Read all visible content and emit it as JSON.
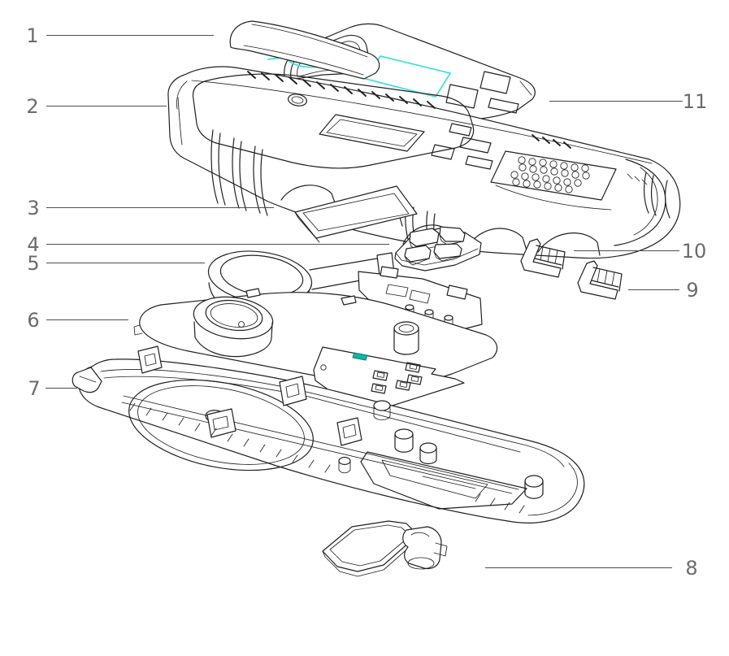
{
  "figure": {
    "kind": "exploded-view line drawing of a handheld electronic device",
    "background": "#ffffff",
    "line_color": "#202020",
    "label_color": "#6b6b6b",
    "leader_color": "#4d4d4d",
    "accent_cyan": "#3fe0db",
    "accent_teal": "#17b2a2"
  },
  "callouts": [
    {
      "label": "1"
    },
    {
      "label": "2"
    },
    {
      "label": "3"
    },
    {
      "label": "4"
    },
    {
      "label": "5"
    },
    {
      "label": "6"
    },
    {
      "label": "7"
    },
    {
      "label": "8"
    },
    {
      "label": "9"
    },
    {
      "label": "10"
    },
    {
      "label": "11"
    }
  ]
}
